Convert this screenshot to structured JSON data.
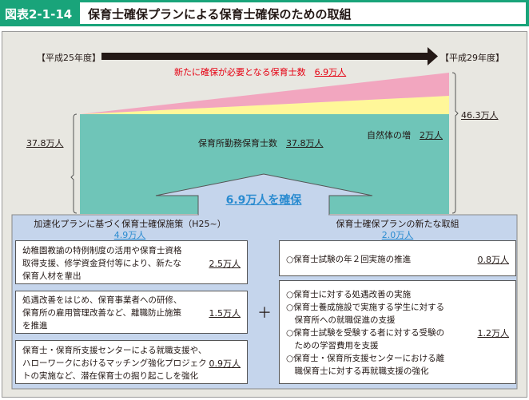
{
  "header": {
    "figure_label": "図表2-1-14",
    "title": "保育士確保プランによる保育士確保のための取組"
  },
  "timeline": {
    "start": "【平成25年度】",
    "end": "【平成29年度】"
  },
  "chart": {
    "base_label": "保育所勤務保育士数",
    "base_value": "37.8万人",
    "natural_label": "自然体の増",
    "natural_value": "2万人",
    "new_label": "新たに確保が必要となる保育士数",
    "new_value": "6.9万人",
    "left_total": "37.8万人",
    "right_total": "46.3万人",
    "colors": {
      "base": "#6fc5b8",
      "natural": "#fff799",
      "new": "#f2a6bf"
    }
  },
  "secure": {
    "label": "6.9万人を確保"
  },
  "left": {
    "heading": "加速化プランに基づく保育士確保施策（H25~）",
    "total": "4.9万人",
    "items": [
      {
        "text": [
          "幼稚園教諭の特例制度の活用や保育士資格",
          "取得支援、修学資金貸付等により、新たな",
          "保育人材を輩出"
        ],
        "value": "2.5万人"
      },
      {
        "text": [
          "処遇改善をはじめ、保育事業者への研修、",
          "保育所の雇用管理改善など、離職防止施策",
          "を推進"
        ],
        "value": "1.5万人"
      },
      {
        "text": [
          "保育士・保育所支援センターによる就職支援や、",
          "ハローワークにおけるマッチング強化プロジェク",
          "トの実施など、潜在保育士の掘り起こしを強化"
        ],
        "value": "0.9万人"
      }
    ]
  },
  "plus": "＋",
  "right": {
    "heading": "保育士確保プランの新たな取組",
    "total": "2.0万人",
    "items": [
      {
        "text": [
          "○保育士試験の年２回実施の推進"
        ],
        "value": "0.8万人"
      },
      {
        "text": [
          "○保育士に対する処遇改善の実施",
          "○保育士養成施設で実施する学生に対する",
          "　保育所への就職促進の支援",
          "○保育士試験を受験する者に対する受験の",
          "　ための学習費用を支援",
          "○保育士・保育所支援センターにおける離",
          "　職保育士に対する再就職支援の強化"
        ],
        "value": "1.2万人"
      }
    ]
  }
}
